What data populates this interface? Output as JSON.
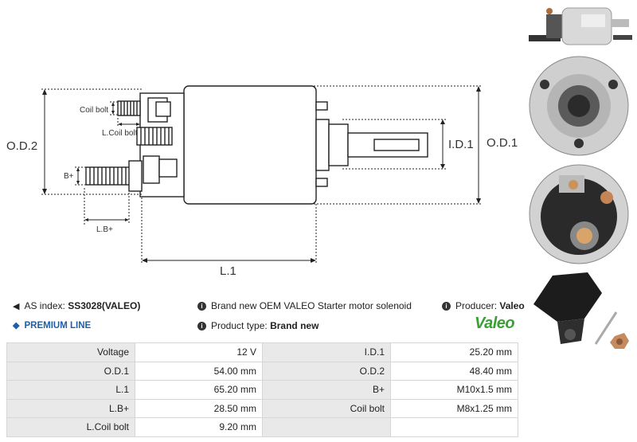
{
  "diagram": {
    "labels": {
      "od2": "O.D.2",
      "od1": "O.D.1",
      "id1": "I.D.1",
      "l1": "L.1",
      "coil_bolt": "Coil bolt",
      "l_coil_bolt": "L.Coil bolt",
      "b_plus": "B+",
      "l_b_plus": "L.B+"
    }
  },
  "info": {
    "as_index_label": "AS index:",
    "as_index_value": "SS3028(VALEO)",
    "premium_line": "PREMIUM LINE",
    "brand_text": "Brand new OEM VALEO Starter motor solenoid",
    "product_type_label": "Product type:",
    "product_type_value": "Brand new",
    "producer_label": "Producer:",
    "producer_value": "Valeo",
    "logo_text": "Valeo"
  },
  "specs": [
    {
      "label": "Voltage",
      "value": "12 V",
      "label2": "I.D.1",
      "value2": "25.20 mm"
    },
    {
      "label": "O.D.1",
      "value": "54.00 mm",
      "label2": "O.D.2",
      "value2": "48.40 mm"
    },
    {
      "label": "L.1",
      "value": "65.20 mm",
      "label2": "B+",
      "value2": "M10x1.5 mm"
    },
    {
      "label": "L.B+",
      "value": "28.50 mm",
      "label2": "Coil bolt",
      "value2": "M8x1.25 mm"
    },
    {
      "label": "L.Coil bolt",
      "value": "9.20 mm",
      "label2": "",
      "value2": ""
    }
  ],
  "colors": {
    "accent_blue": "#1f5fa8",
    "valeo_green": "#3aa035",
    "table_label_bg": "#e9e9e9"
  }
}
